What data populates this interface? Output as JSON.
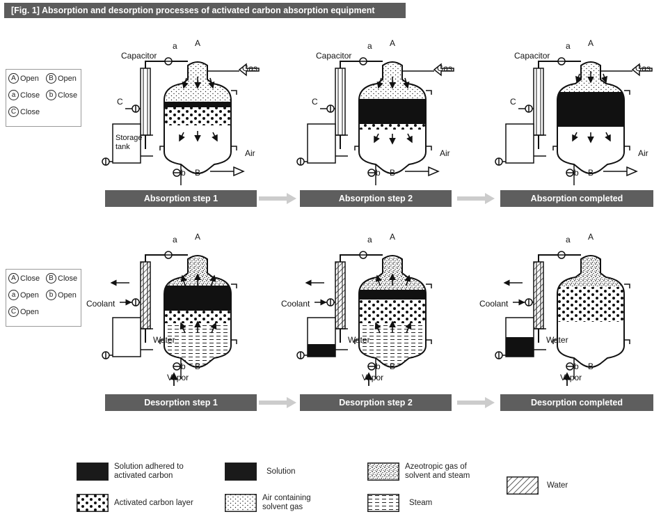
{
  "title": "[Fig. 1] Absorption and desorption processes of activated carbon absorption equipment",
  "valve_states": {
    "absorption": [
      {
        "valve": "A",
        "state": "Open"
      },
      {
        "valve": "B",
        "state": "Open"
      },
      {
        "valve": "a",
        "state": "Close"
      },
      {
        "valve": "b",
        "state": "Close"
      },
      {
        "valve": "C",
        "state": "Close"
      }
    ],
    "desorption": [
      {
        "valve": "A",
        "state": "Close"
      },
      {
        "valve": "B",
        "state": "Close"
      },
      {
        "valve": "a",
        "state": "Open"
      },
      {
        "valve": "b",
        "state": "Open"
      },
      {
        "valve": "C",
        "state": "Open"
      }
    ]
  },
  "steps": {
    "absorption": [
      "Absorption step 1",
      "Absorption step 2",
      "Absorption completed"
    ],
    "desorption": [
      "Desorption step 1",
      "Desorption step 2",
      "Desorption completed"
    ]
  },
  "diagram_labels": {
    "capacitor": "Capacitor",
    "gas": "Gas",
    "air": "Air",
    "storage_tank": "Storage\ntank",
    "coolant": "Coolant",
    "water": "Water",
    "vapor": "Vapor",
    "valve_A": "A",
    "valve_B": "B",
    "valve_a": "a",
    "valve_b": "b",
    "valve_C": "C"
  },
  "legend": [
    {
      "key": "solution_adhered",
      "label": "Solution adhered to\nactivated carbon",
      "pattern": "solid"
    },
    {
      "key": "solution",
      "label": "Solution",
      "pattern": "solid"
    },
    {
      "key": "azeotropic",
      "label": "Azeotropic gas of\nsolvent and steam",
      "pattern": "stipple"
    },
    {
      "key": "water",
      "label": "Water",
      "pattern": "hatch"
    },
    {
      "key": "activated_carbon",
      "label": "Activated carbon layer",
      "pattern": "dots"
    },
    {
      "key": "air_solvent",
      "label": "Air containing\nsolvent gas",
      "pattern": "fine-dots"
    },
    {
      "key": "steam",
      "label": "Steam",
      "pattern": "dashes"
    }
  ],
  "colors": {
    "bar": "#5e5e5e",
    "title_bar": "#5c5c5c",
    "arrow": "#cccccc",
    "ink": "#222222"
  }
}
